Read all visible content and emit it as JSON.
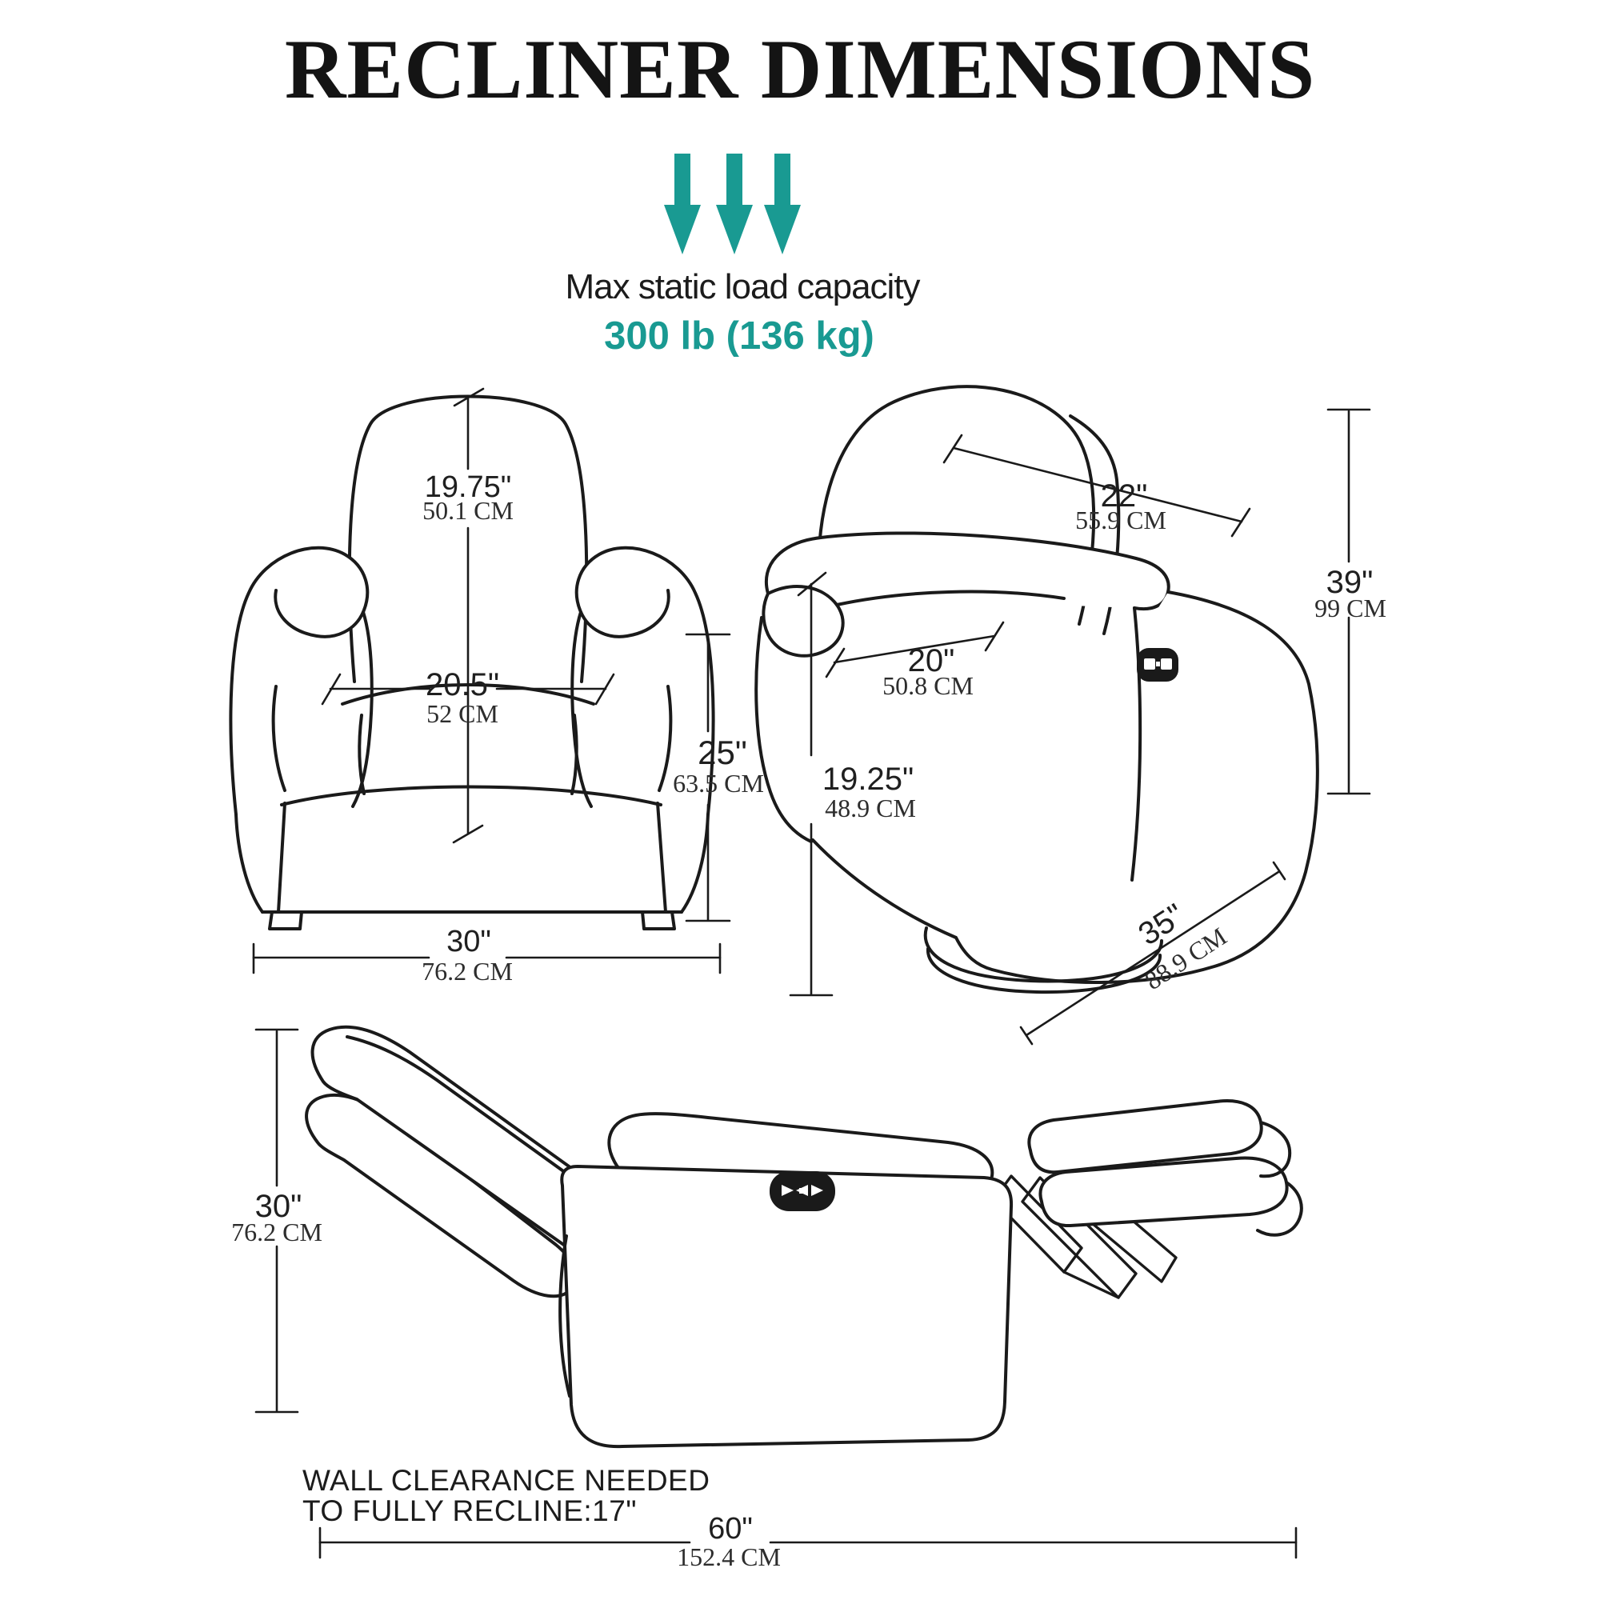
{
  "colors": {
    "teal": "#199A92",
    "ink": "#1A1A1A"
  },
  "title": "RECLINER DIMENSIONS",
  "capacity": {
    "arrows_icon": "three-down-arrows",
    "label": "Max static load capacity",
    "value": "300 lb (136 kg)"
  },
  "front_view": {
    "back_height_in": "19.75\"",
    "back_height_cm": "50.1 CM",
    "seat_width_in": "20.5\"",
    "seat_width_cm": "52 CM",
    "arm_height_in": "25\"",
    "arm_height_cm": "63.5 CM",
    "overall_width_in": "30\"",
    "overall_width_cm": "76.2 CM"
  },
  "side_view": {
    "back_width_in": "22\"",
    "back_width_cm": "55.9 CM",
    "seat_depth_in": "20\"",
    "seat_depth_cm": "50.8 CM",
    "seat_height_in": "19.25\"",
    "seat_height_cm": "48.9 CM",
    "overall_height_in": "39\"",
    "overall_height_cm": "99 CM",
    "overall_depth_in": "35\"",
    "overall_depth_cm": "88.9 CM"
  },
  "reclined_view": {
    "height_in": "30\"",
    "height_cm": "76.2 CM",
    "length_in": "60\"",
    "length_cm": "152.4 CM",
    "wall_note_line1": "WALL CLEARANCE NEEDED",
    "wall_note_line2": "TO FULLY RECLINE:17\""
  }
}
